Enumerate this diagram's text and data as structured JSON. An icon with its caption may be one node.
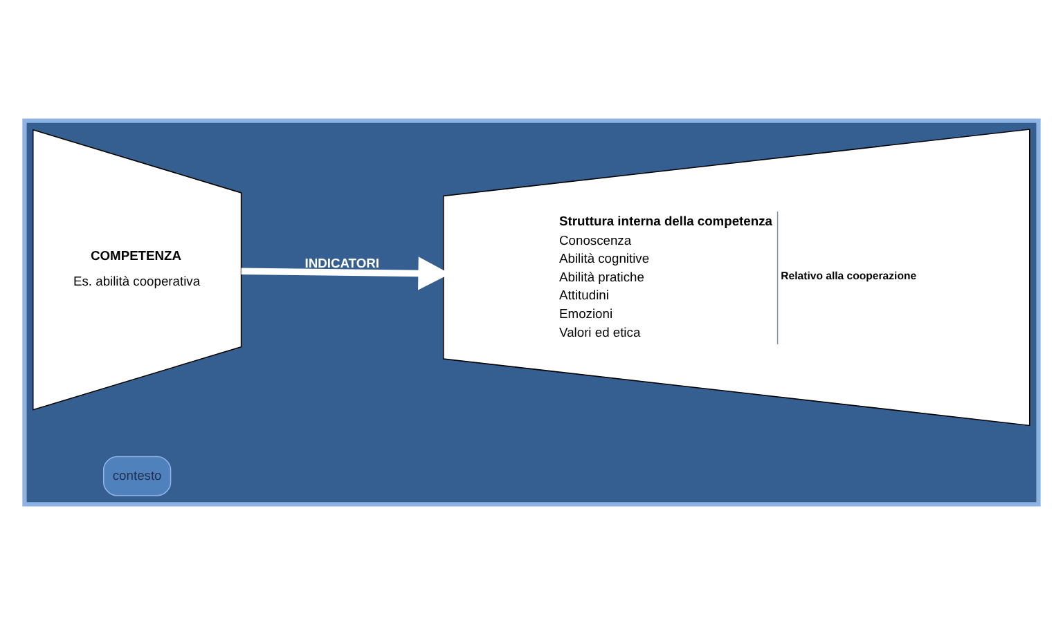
{
  "diagram": {
    "nodes": [
      {
        "text": [],
        "shape": "box"
      },
      {
        "text": [
          "COMPETENZA",
          "Es. abilità cooperativa"
        ],
        "in": 0
      },
      {
        "text": [
          "Struttura interna della competenza",
          "Conoscenza",
          "Abilità cognitive",
          "Abilità pratiche",
          "Attitudini",
          "Emozioni",
          "Valori ed etica",
          "Relativo alla cooperazione"
        ],
        "in": 0
      },
      {
        "text": [
          "contesto"
        ],
        "in": 0
      }
    ],
    "edges": [
      {
        "from": 1,
        "to": 2,
        "arrow": "to",
        "label": "INDICATORI"
      }
    ]
  }
}
